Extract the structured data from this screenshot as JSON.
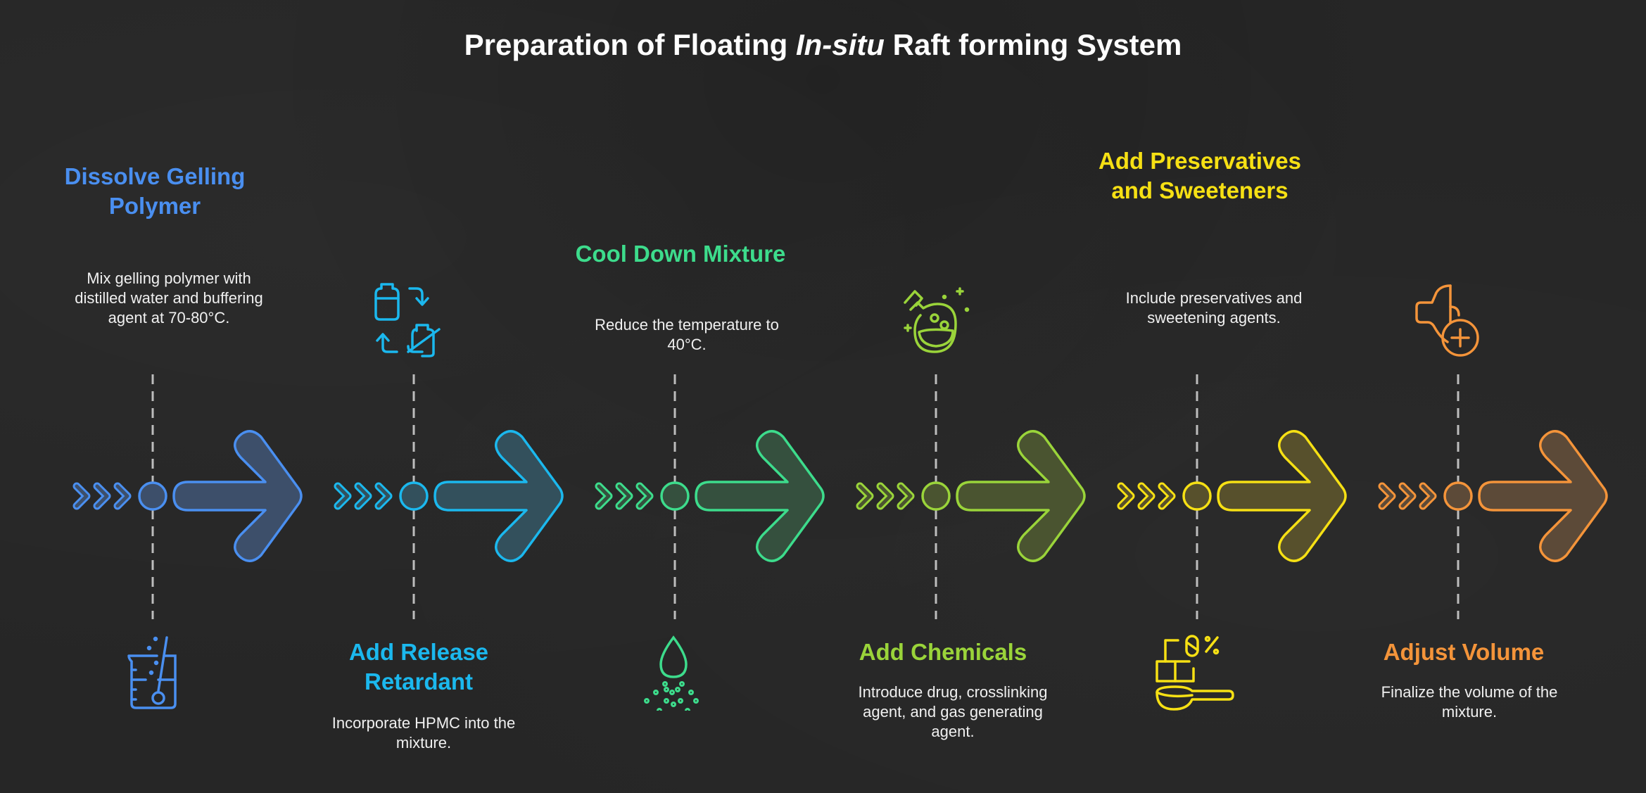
{
  "title": {
    "prefix": "Preparation of Floating ",
    "italic": "In-situ",
    "suffix": " Raft forming System"
  },
  "steps": [
    {
      "heading": "Dissolve Gelling Polymer",
      "description": "Mix gelling polymer with distilled water and buffering agent at 70-80°C.",
      "icon": "beaker-stir-icon",
      "color": "#4a8ff0",
      "fill": "#3d4f6a",
      "text_position": "top"
    },
    {
      "heading": "Add Release Retardant",
      "description": "Incorporate HPMC into the mixture.",
      "icon": "bottle-exchange-icon",
      "color": "#1bb8ee",
      "fill": "#33505c",
      "text_position": "bottom"
    },
    {
      "heading": "Cool Down Mixture",
      "description": "Reduce the temperature to 40°C.",
      "icon": "droplet-spray-icon",
      "color": "#3ddc8c",
      "fill": "#35503e",
      "text_position": "top"
    },
    {
      "heading": "Add Chemicals",
      "description": "Introduce drug, crosslinking agent, and gas generating agent.",
      "icon": "happy-flask-icon",
      "color": "#9ad43a",
      "fill": "#4a5430",
      "text_position": "bottom"
    },
    {
      "heading": "Add Preservatives and Sweeteners",
      "description": "Include preservatives and sweetening agents.",
      "icon": "sugar-scoop-icon",
      "color": "#f6e014",
      "fill": "#57502c",
      "text_position": "top"
    },
    {
      "heading": "Adjust Volume",
      "description": "Finalize the volume of the mixture.",
      "icon": "volume-add-icon",
      "color": "#f4943a",
      "fill": "#5c4a38",
      "text_position": "bottom"
    }
  ]
}
